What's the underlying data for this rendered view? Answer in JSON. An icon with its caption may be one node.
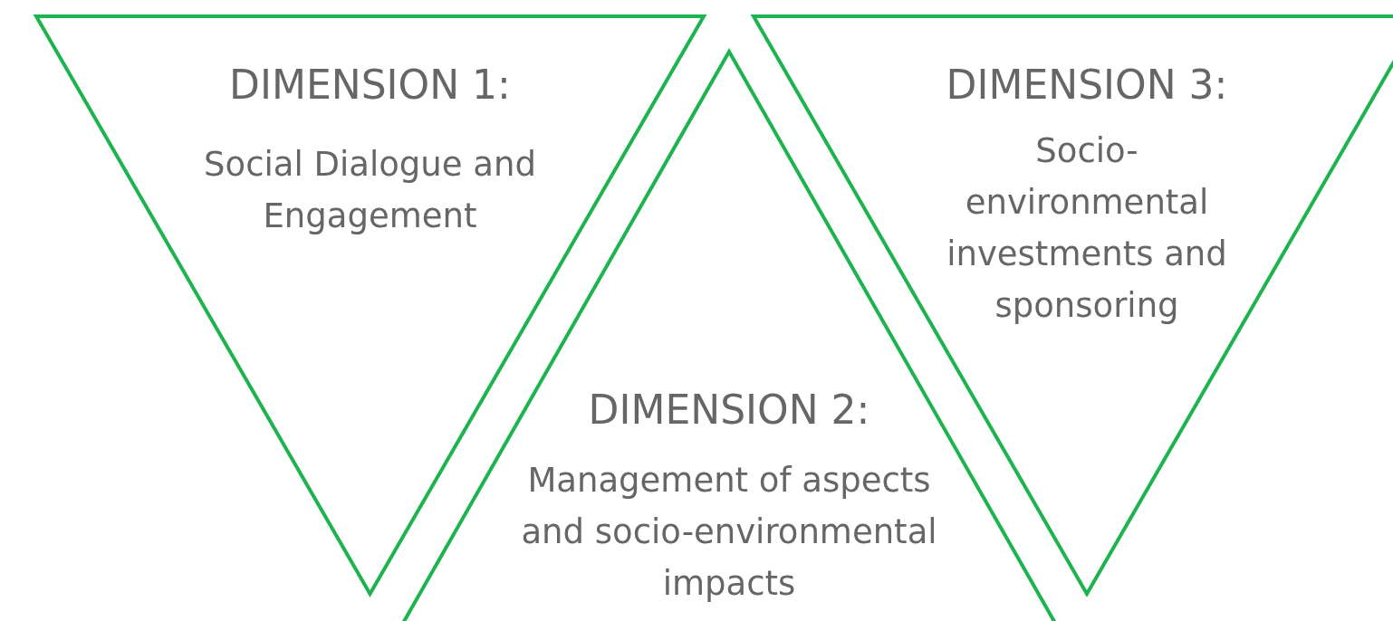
{
  "diagram": {
    "nodes": [
      {
        "text": [
          "DIMENSION 1:",
          "Social Dialogue and Engagement"
        ]
      },
      {
        "text": [
          "DIMENSION 2:",
          "Management of aspects and socio-environmental impacts"
        ]
      },
      {
        "text": [
          "DIMENSION 3:",
          "Socio-environmental investments and sponsoring"
        ]
      }
    ]
  }
}
